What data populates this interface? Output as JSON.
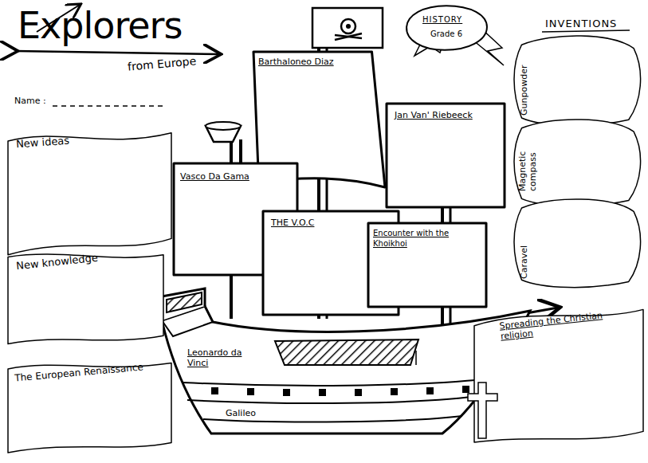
{
  "diagram": {
    "title": "Explorers",
    "nodes": [
      {
        "text": [
          "HISTORY",
          "Grade 6"
        ]
      },
      {
        "text": [
          "New ideas"
        ]
      },
      {
        "text": [
          "New knowledge"
        ]
      },
      {
        "text": [
          "The European Renaissance"
        ]
      },
      {
        "text": [
          "Barthaloneo Diaz"
        ]
      },
      {
        "text": [
          "Jan Van' Riebeeck"
        ]
      },
      {
        "text": [
          "Vasco Da Gama"
        ]
      },
      {
        "text": [
          "THE V.O.C"
        ]
      },
      {
        "text": [
          "Encounter with the Khoikhoi"
        ]
      },
      {
        "text": [
          "Leonardo da Vinci",
          "Galileo"
        ]
      },
      {
        "text": [
          "Gunpowder"
        ]
      },
      {
        "text": [
          "Magnetic compass"
        ]
      },
      {
        "text": [
          "Caravel"
        ]
      },
      {
        "text": [
          "Spreading the Christian religion"
        ]
      }
    ],
    "labels": [
      "from Europe",
      "Name :",
      "INVENTIONS"
    ]
  }
}
